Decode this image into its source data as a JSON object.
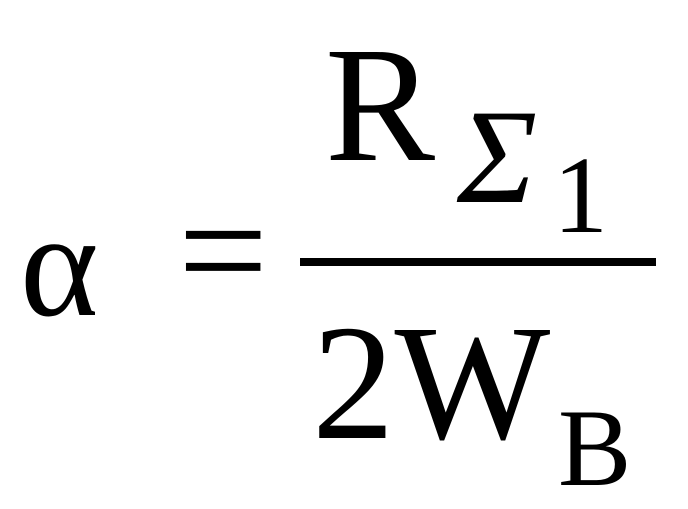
{
  "formula": {
    "lhs": "α",
    "operator": "=",
    "numerator": {
      "main": "R",
      "subscript_symbol": "Σ",
      "subscript_index": "1"
    },
    "denominator": {
      "main": "2W",
      "subscript": "B"
    }
  }
}
